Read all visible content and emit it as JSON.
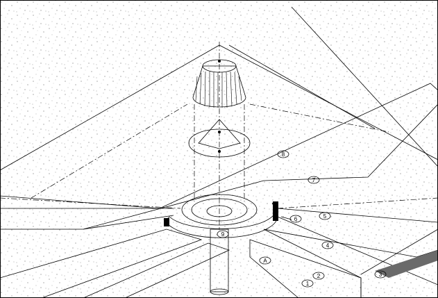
{
  "diagram": {
    "callouts": [
      "8",
      "7",
      "6",
      "5",
      "4",
      "3",
      "2",
      "1",
      "A",
      "9"
    ],
    "colors": {
      "line": "#000000",
      "band": "#b8b8b8",
      "strip": "#6a6a6a",
      "background": "#ffffff"
    }
  }
}
